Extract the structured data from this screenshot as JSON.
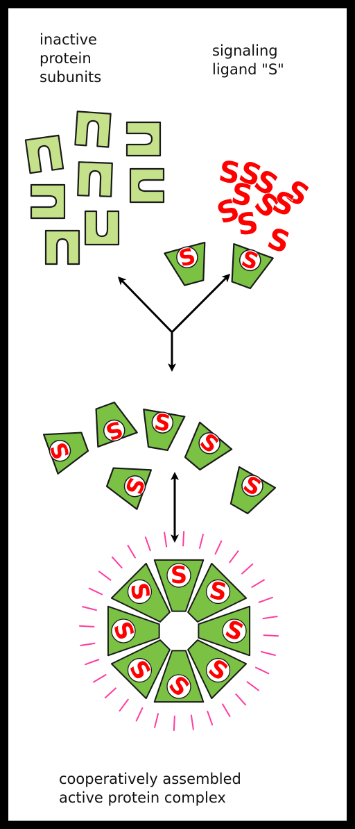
{
  "labels": {
    "inactive_subunits": "inactive\nprotein\nsubunits",
    "signaling_ligand": "signaling\nligand \"S\"",
    "active_complex": "cooperatively assembled\nactive protein complex"
  },
  "ligand_glyph": "S",
  "colors": {
    "inactive_fill": "#c5e28a",
    "active_fill": "#7ac144",
    "ligand": "#ff0000",
    "rays": "#ff3aa0",
    "outline": "#1a1a1a",
    "arrow": "#000000"
  }
}
